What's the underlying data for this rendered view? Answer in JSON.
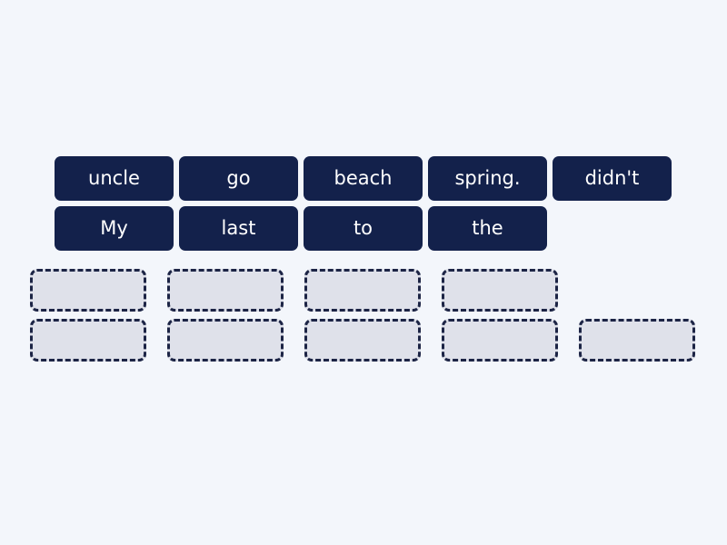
{
  "activity": {
    "kind": "word-order-game",
    "description_visible": ""
  },
  "word_pool": {
    "row1": [
      "uncle",
      "go",
      "beach",
      "spring.",
      "didn't"
    ],
    "row2": [
      "My",
      "last",
      "to",
      "the"
    ]
  },
  "answer_area": {
    "row1_slot_count": 4,
    "row2_slot_count": 5
  },
  "colors": {
    "background": "#f3f6fb",
    "tile_background": "#13214b",
    "tile_text": "#ffffff",
    "slot_fill": "#dfe1ea",
    "slot_border": "#1c2445"
  }
}
